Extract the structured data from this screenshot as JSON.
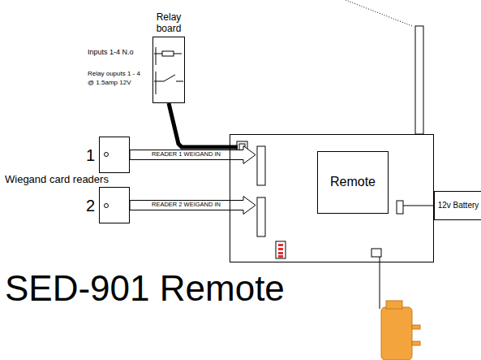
{
  "diagram": {
    "nodes": [
      {
        "text": [
          "Relay board"
        ]
      },
      {
        "text": [
          "SED-901 Remote"
        ]
      },
      {
        "text": [
          "Remote"
        ],
        "in": 1
      },
      {
        "text": [
          "1"
        ]
      },
      {
        "text": [
          "2"
        ]
      },
      {
        "text": [
          "12v Battery"
        ]
      }
    ],
    "edges": [
      {
        "from": 0,
        "to": 1,
        "arrow": "none"
      },
      {
        "from": 3,
        "to": 1,
        "label": "READER 1 WEIGAND IN",
        "arrow": "to"
      },
      {
        "from": 4,
        "to": 1,
        "label": "READER 2 WEIGAND IN",
        "arrow": "to"
      },
      {
        "from": 5,
        "to": 1,
        "arrow": "none"
      }
    ],
    "labels": [
      "Inputs 1-4 N.o",
      "Relay ouputs 1 - 4",
      "@ 1.5amp 12V",
      "Wiegand card readers"
    ]
  }
}
